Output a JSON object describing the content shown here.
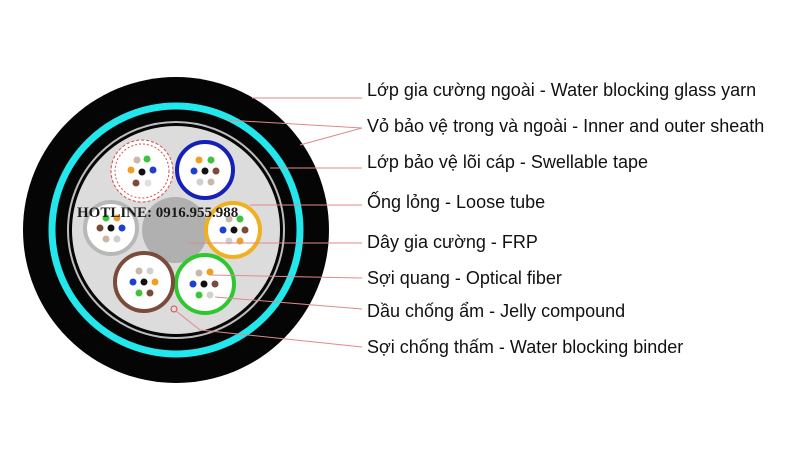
{
  "watermark": {
    "hotline": "HOTLINE: 0916.955.988"
  },
  "labels": [
    "Lớp gia cường ngoài - Water blocking glass yarn",
    "Vỏ bảo vệ trong và ngoài - Inner and outer sheath",
    "Lớp bảo vệ lõi cáp - Swellable tape",
    "Ống lỏng - Loose tube",
    "Dây gia cường - FRP",
    "Sợi quang - Optical fiber",
    "Dầu chống ẩm - Jelly compound",
    "Sợi chống thấm - Water blocking binder"
  ],
  "tubes": [
    {
      "name": "red-dashed",
      "color": "#d84a4a"
    },
    {
      "name": "blue",
      "color": "#1520b8"
    },
    {
      "name": "orange",
      "color": "#f0b020"
    },
    {
      "name": "green",
      "color": "#2ec82e"
    },
    {
      "name": "brown",
      "color": "#7a4a3a"
    },
    {
      "name": "gray",
      "color": "#b8b8b8"
    }
  ],
  "colors": {
    "sheath": "#050505",
    "yarn_ring": "#22e8ee",
    "leader_line": "#e08a8a",
    "frp": "#b0b0b0",
    "tape": "#dcdcdc"
  }
}
